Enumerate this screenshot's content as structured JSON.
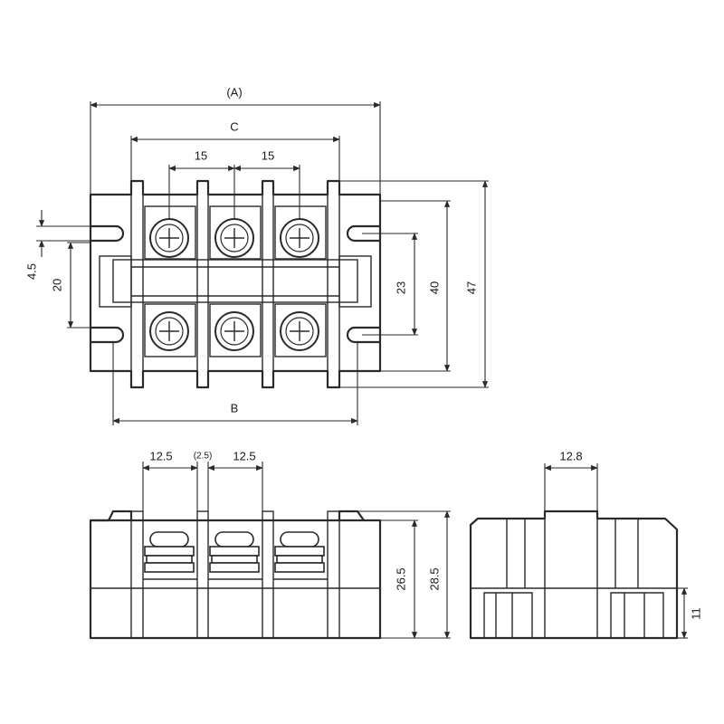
{
  "dimensions": {
    "overall_width": "(A)",
    "pitch_span": "C",
    "pitch_1": "15",
    "pitch_2": "15",
    "slot_offset": "4.5",
    "slot_span": "20",
    "inner_height": "23",
    "body_height": "40",
    "total_height": "47",
    "mount_span": "B",
    "barrier_pitch_1": "12.5",
    "barrier_gap": "(2.5)",
    "barrier_pitch_2": "12.5",
    "side_height_1": "26.5",
    "side_height_2": "28.5",
    "end_width": "12.8",
    "end_height": "11"
  }
}
